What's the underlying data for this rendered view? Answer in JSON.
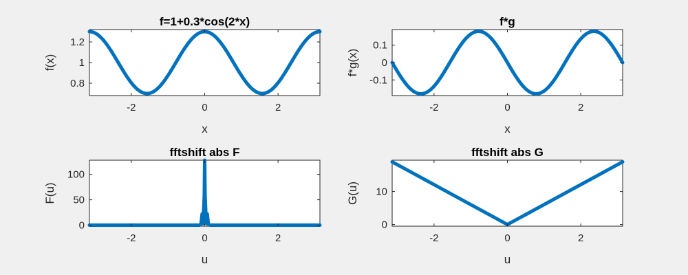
{
  "figure": {
    "background": "#f0f0f0",
    "line_color": "#0072bd"
  },
  "chart_data": [
    {
      "type": "line",
      "title": "f=1+0.3*cos(2*x)",
      "xlabel": "x",
      "ylabel": "f(x)",
      "xlim": [
        -3.1416,
        3.1416
      ],
      "ylim": [
        0.68,
        1.32
      ],
      "xticks": [
        -2,
        0,
        2
      ],
      "xtick_labels": [
        "-2",
        "0",
        "2"
      ],
      "yticks": [
        0.8,
        1.0,
        1.2
      ],
      "ytick_labels": [
        "0.8",
        "1",
        "1.2"
      ],
      "function": "1+0.3*cos(2*x)",
      "series": [
        {
          "x": [
            -3.1416,
            -2.8274,
            -2.5133,
            -2.1991,
            -1.885,
            -1.5708,
            -1.2566,
            -0.9425,
            -0.6283,
            -0.3142,
            0,
            0.3142,
            0.6283,
            0.9425,
            1.2566,
            1.5708,
            1.885,
            2.1991,
            2.5133,
            2.8274,
            3.1416
          ],
          "values": [
            1.3,
            1.243,
            1.093,
            0.907,
            0.757,
            0.7,
            0.757,
            0.907,
            1.093,
            1.243,
            1.3,
            1.243,
            1.093,
            0.907,
            0.757,
            0.7,
            0.757,
            0.907,
            1.093,
            1.243,
            1.3
          ]
        }
      ]
    },
    {
      "type": "line",
      "title": "f*g",
      "xlabel": "x",
      "ylabel": "f*g(x)",
      "xlim": [
        -3.1416,
        3.1416
      ],
      "ylim": [
        -0.19,
        0.19
      ],
      "xticks": [
        -2,
        0,
        2
      ],
      "xtick_labels": [
        "-2",
        "0",
        "2"
      ],
      "yticks": [
        -0.1,
        0,
        0.1
      ],
      "ytick_labels": [
        "-0.1",
        "0",
        "0.1"
      ],
      "function": "-0.18*sin(2*x)",
      "series": [
        {
          "x": [
            -3.1416,
            -2.8274,
            -2.5133,
            -2.1991,
            -1.885,
            -1.5708,
            -1.2566,
            -0.9425,
            -0.6283,
            -0.3142,
            0,
            0.3142,
            0.6283,
            0.9425,
            1.2566,
            1.5708,
            1.885,
            2.1991,
            2.5133,
            2.8274,
            3.1416
          ],
          "values": [
            0,
            -0.106,
            -0.171,
            -0.171,
            -0.106,
            0,
            0.106,
            0.171,
            0.171,
            0.106,
            0,
            -0.106,
            -0.171,
            -0.171,
            -0.106,
            0,
            0.106,
            0.171,
            0.171,
            0.106,
            0
          ]
        }
      ]
    },
    {
      "type": "line",
      "title": "fftshift abs F",
      "xlabel": "u",
      "ylabel": "F(u)",
      "xlim": [
        -3.1416,
        3.1416
      ],
      "ylim": [
        -2,
        128
      ],
      "xticks": [
        -2,
        0,
        2
      ],
      "xtick_labels": [
        "-2",
        "0",
        "2"
      ],
      "yticks": [
        0,
        50,
        100
      ],
      "ytick_labels": [
        "0",
        "50",
        "100"
      ],
      "series": [
        {
          "x": [
            -3.1416,
            -0.15,
            -0.1,
            -0.07,
            -0.05,
            -0.03,
            -0.01,
            0,
            0.01,
            0.03,
            0.05,
            0.07,
            0.1,
            0.15,
            3.1416
          ],
          "values": [
            0,
            0,
            2,
            22,
            3,
            25,
            60,
            128,
            60,
            25,
            3,
            22,
            2,
            0,
            0
          ]
        }
      ]
    },
    {
      "type": "line",
      "title": "fftshift abs G",
      "xlabel": "u",
      "ylabel": "G(u)",
      "xlim": [
        -3.1416,
        3.1416
      ],
      "ylim": [
        -0.5,
        19.5
      ],
      "xticks": [
        -2,
        0,
        2
      ],
      "xtick_labels": [
        "-2",
        "0",
        "2"
      ],
      "yticks": [
        0,
        10
      ],
      "ytick_labels": [
        "0",
        "10"
      ],
      "series": [
        {
          "x": [
            -3.1416,
            0,
            3.1416
          ],
          "values": [
            19,
            0,
            19
          ]
        }
      ]
    }
  ]
}
